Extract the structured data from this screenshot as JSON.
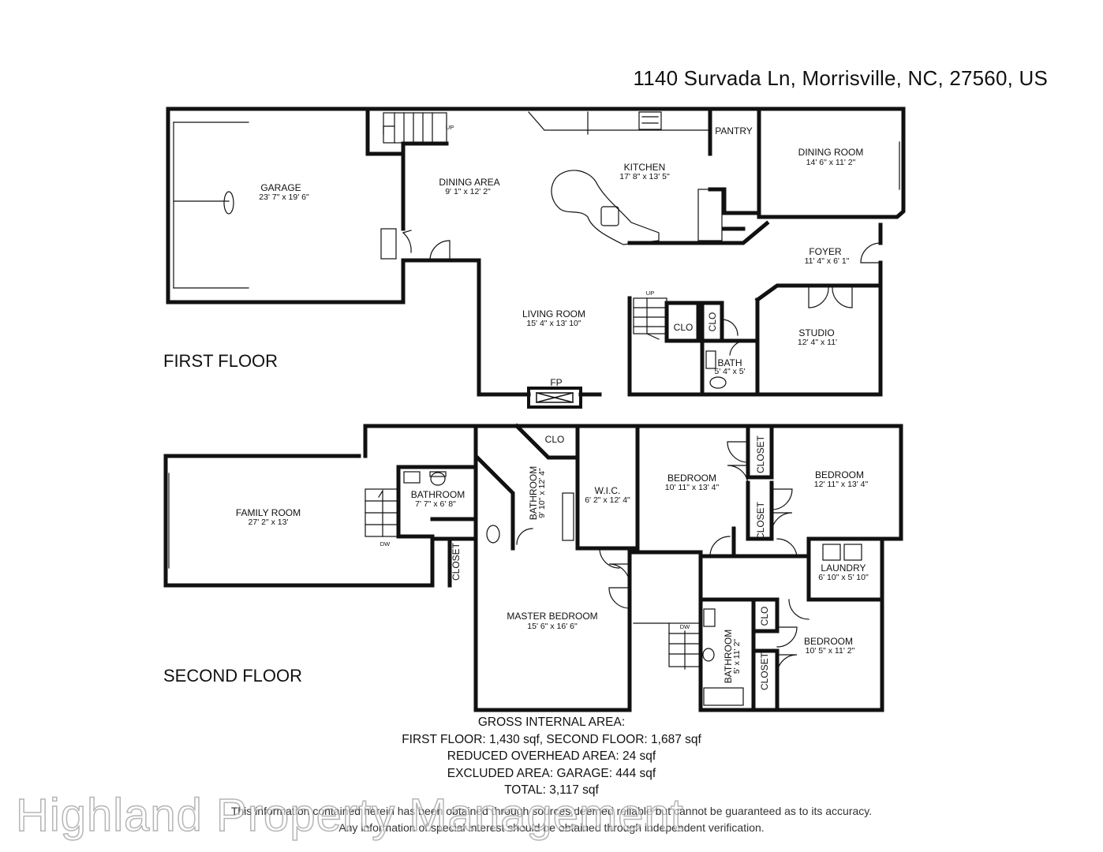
{
  "address": "1140 Survada Ln, Morrisville, NC, 27560, US",
  "floors": {
    "first": "FIRST FLOOR",
    "second": "SECOND FLOOR"
  },
  "rooms": {
    "garage": {
      "name": "GARAGE",
      "dim": "23' 7\" x 19' 6\""
    },
    "dining_area": {
      "name": "DINING AREA",
      "dim": "9' 1\" x 12' 2\""
    },
    "kitchen": {
      "name": "KITCHEN",
      "dim": "17' 8\" x 13' 5\""
    },
    "pantry": {
      "name": "PANTRY"
    },
    "dining_room": {
      "name": "DINING ROOM",
      "dim": "14' 6\" x 11' 2\""
    },
    "foyer": {
      "name": "FOYER",
      "dim": "11' 4\" x 6' 1\""
    },
    "living_room": {
      "name": "LIVING ROOM",
      "dim": "15' 4\" x 13' 10\""
    },
    "clo_a": {
      "name": "CLO"
    },
    "clo_b": {
      "name": "CLO"
    },
    "bath": {
      "name": "BATH",
      "dim": "5' 4\" x 5'"
    },
    "studio": {
      "name": "STUDIO",
      "dim": "12' 4\" x 11'"
    },
    "fp": {
      "name": "FP"
    },
    "family_room": {
      "name": "FAMILY ROOM",
      "dim": "27' 2\" x 13'"
    },
    "bathroom_1": {
      "name": "BATHROOM",
      "dim": "7' 7\" x 6' 8\""
    },
    "bathroom_2": {
      "name": "BATHROOM",
      "dim": "9' 10\" x 12' 4\""
    },
    "clo_2": {
      "name": "CLO"
    },
    "wic": {
      "name": "W.I.C.",
      "dim": "6' 2\" x 12' 4\""
    },
    "bedroom_1": {
      "name": "BEDROOM",
      "dim": "10' 11\" x 13' 4\""
    },
    "closet_1": {
      "name": "CLOSET"
    },
    "closet_2": {
      "name": "CLOSET"
    },
    "bedroom_2": {
      "name": "BEDROOM",
      "dim": "12' 11\" x 13' 4\""
    },
    "closet_3": {
      "name": "CLOSET"
    },
    "laundry": {
      "name": "LAUNDRY",
      "dim": "6' 10\" x 5' 10\""
    },
    "master_bedroom": {
      "name": "MASTER BEDROOM",
      "dim": "15' 6\" x 16' 6\""
    },
    "bathroom_3": {
      "name": "BATHROOM",
      "dim": "5' x 11' 2\""
    },
    "clo_3": {
      "name": "CLO"
    },
    "closet_4": {
      "name": "CLOSET"
    },
    "bedroom_3": {
      "name": "BEDROOM",
      "dim": "10' 5\" x 11' 2\""
    }
  },
  "markers": {
    "up_1": "UP",
    "up_2": "UP",
    "dw_1": "DW",
    "dw_2": "DW"
  },
  "area_summary": {
    "line1": "GROSS INTERNAL AREA:",
    "line2": "FIRST FLOOR: 1,430 sqf, SECOND FLOOR: 1,687 sqf",
    "line3": "REDUCED OVERHEAD AREA: 24 sqf",
    "line4": "EXCLUDED AREA: GARAGE: 444 sqf",
    "line5": "TOTAL: 3,117 sqf"
  },
  "disclaimer": {
    "line1": "This information contained herein has been obtained through sources deemed reliable but cannot be guaranteed as to its accuracy.",
    "line2": "Any information of special interest should be obtained through independent verification."
  },
  "watermark": "Highland Property Management"
}
